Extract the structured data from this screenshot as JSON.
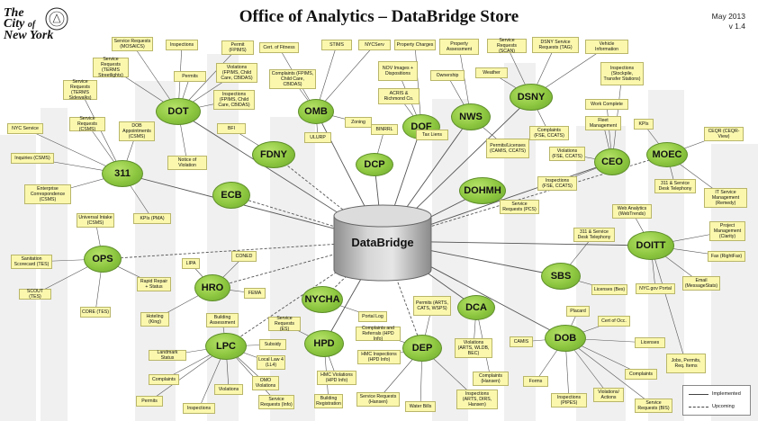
{
  "header": {
    "title": "Office of Analytics – DataBridge Store",
    "date": "May 2013",
    "version": "v 1.4"
  },
  "logo": {
    "line1": "The",
    "line2": "City",
    "line3": "of",
    "line4": "New York"
  },
  "hub": {
    "label": "DataBridge"
  },
  "legend": {
    "implemented": "Implemented",
    "upcoming": "Upcoming"
  },
  "agencies": [
    {
      "id": "dot",
      "label": "DOT"
    },
    {
      "id": "fdny",
      "label": "FDNY"
    },
    {
      "id": "omb",
      "label": "OMB"
    },
    {
      "id": "dof",
      "label": "DOF"
    },
    {
      "id": "nws",
      "label": "NWS"
    },
    {
      "id": "dsny",
      "label": "DSNY"
    },
    {
      "id": "311",
      "label": "311"
    },
    {
      "id": "ecb",
      "label": "ECB"
    },
    {
      "id": "dcp",
      "label": "DCP"
    },
    {
      "id": "dohmh",
      "label": "DOHMH"
    },
    {
      "id": "ceo",
      "label": "CEO"
    },
    {
      "id": "moec",
      "label": "MOEC"
    },
    {
      "id": "ops",
      "label": "OPS"
    },
    {
      "id": "hro",
      "label": "HRO"
    },
    {
      "id": "nycha",
      "label": "NYCHA"
    },
    {
      "id": "doitt",
      "label": "DOITT"
    },
    {
      "id": "sbs",
      "label": "SBS"
    },
    {
      "id": "dca",
      "label": "DCA"
    },
    {
      "id": "lpc",
      "label": "LPC"
    },
    {
      "id": "hpd",
      "label": "HPD"
    },
    {
      "id": "dep",
      "label": "DEP"
    },
    {
      "id": "dob",
      "label": "DOB"
    }
  ],
  "datasets": [
    {
      "id": "b-sr-mosaics",
      "text": "Service Requests (MOSAICS)"
    },
    {
      "id": "b-inspections-dot",
      "text": "Inspections"
    },
    {
      "id": "b-sr-streetlights",
      "text": "Service Requests (TERMS Streetlights)"
    },
    {
      "id": "b-permits-dot",
      "text": "Permits"
    },
    {
      "id": "b-sr-sidewalks",
      "text": "Service Requests (TERMS Sidewalks)"
    },
    {
      "id": "b-sr-csms",
      "text": "Service Requests (CSMS)"
    },
    {
      "id": "b-dob-appointments",
      "text": "DOB Appointments (CSMS)"
    },
    {
      "id": "b-nyc-service",
      "text": "NYC Service"
    },
    {
      "id": "b-inquiries",
      "text": "Inquiries (CSMS)"
    },
    {
      "id": "b-enterprise-corr",
      "text": "Enterprise Correspondence (CSMS)"
    },
    {
      "id": "b-universal-intake",
      "text": "Universal Intake (CSMS)"
    },
    {
      "id": "b-kpis-pma",
      "text": "KPIs (PMA)"
    },
    {
      "id": "b-fdny-permit",
      "text": "Permit (FPIMS)"
    },
    {
      "id": "b-cert-fitness",
      "text": "Cert. of Fitness"
    },
    {
      "id": "b-fdny-violations",
      "text": "Violations (FPIMS, Child Care, CBIDAS)"
    },
    {
      "id": "b-fdny-inspections",
      "text": "Inspections (FPIMS, Child Care, CBIDAS)"
    },
    {
      "id": "b-bfi",
      "text": "BFI"
    },
    {
      "id": "b-fdny-complaints",
      "text": "Complaints (FPIMS, Child Care, CBIDAS)"
    },
    {
      "id": "b-stims",
      "text": "STIMS"
    },
    {
      "id": "b-nycserv",
      "text": "NYCServ"
    },
    {
      "id": "b-property-charges",
      "text": "Property Charges"
    },
    {
      "id": "b-property-assessment",
      "text": "Property Assessment"
    },
    {
      "id": "b-nov-images",
      "text": "NOV Images + Dispositions"
    },
    {
      "id": "b-ownership",
      "text": "Ownership"
    },
    {
      "id": "b-acris",
      "text": "ACRIS & Richmond Co."
    },
    {
      "id": "b-tax-liens",
      "text": "Tax Liens"
    },
    {
      "id": "b-weather",
      "text": "Weather"
    },
    {
      "id": "b-zoning",
      "text": "Zoning"
    },
    {
      "id": "b-ulurp",
      "text": "ULURP"
    },
    {
      "id": "b-binrrl",
      "text": "BINRRL"
    },
    {
      "id": "b-sr-scan",
      "text": "Service Requests (SCAN)"
    },
    {
      "id": "b-dsny-sr-tag",
      "text": "DSNY Service Requests (TAG)"
    },
    {
      "id": "b-vehicle-info",
      "text": "Vehicle Information"
    },
    {
      "id": "b-dsny-inspections",
      "text": "Inspections (Stockpile, Transfer Stations)"
    },
    {
      "id": "b-work-complete",
      "text": "Work Complete"
    },
    {
      "id": "b-fleet-mgmt",
      "text": "Fleet Management"
    },
    {
      "id": "b-kpis",
      "text": "KPIs"
    },
    {
      "id": "b-permits-licenses",
      "text": "Permits/Licenses (CAMIS, CCATS)"
    },
    {
      "id": "b-dohmh-complaints",
      "text": "Complaints (FSE, CCATS)"
    },
    {
      "id": "b-dohmh-violations",
      "text": "Violations (FSE, CCATS)"
    },
    {
      "id": "b-dohmh-inspections",
      "text": "Inspections (FSE, CCATS)"
    },
    {
      "id": "b-sr-pcs",
      "text": "Service Requests (PCS)"
    },
    {
      "id": "b-ceqr",
      "text": "CEQR (CEQR-View)"
    },
    {
      "id": "b-notice-violation",
      "text": "Notice of Violation"
    },
    {
      "id": "b-311-telephony-a",
      "text": "311 & Service Desk Telephony"
    },
    {
      "id": "b-web-analytics",
      "text": "Web Analytics (WebTrends)"
    },
    {
      "id": "b-it-service",
      "text": "IT Service Management (Remedy)"
    },
    {
      "id": "b-311-telephony-b",
      "text": "311 & Service Desk Telephony"
    },
    {
      "id": "b-project-mgmt",
      "text": "Project Management (Clarity)"
    },
    {
      "id": "b-fax",
      "text": "Fax (RightFax)"
    },
    {
      "id": "b-email",
      "text": "Email (MessageStats)"
    },
    {
      "id": "b-nycgov-portal",
      "text": "NYC.gov Portal"
    },
    {
      "id": "b-sanitation",
      "text": "Sanitation Scorecard (TES)"
    },
    {
      "id": "b-scout",
      "text": "SCOUT (TES)"
    },
    {
      "id": "b-core",
      "text": "CORE (TES)"
    },
    {
      "id": "b-lipa",
      "text": "LIPA"
    },
    {
      "id": "b-coned",
      "text": "CONED"
    },
    {
      "id": "b-rapid-repair",
      "text": "Rapid Repair + Status"
    },
    {
      "id": "b-fema",
      "text": "FEMA"
    },
    {
      "id": "b-hoteling",
      "text": "Hoteling (King)"
    },
    {
      "id": "b-building-assessment",
      "text": "Building Assessment"
    },
    {
      "id": "b-licenses-bes",
      "text": "Licenses (Bes)"
    },
    {
      "id": "b-dca-permits",
      "text": "Permits (ARTS, CATS, WSPS)"
    },
    {
      "id": "b-camis",
      "text": "CAMIS"
    },
    {
      "id": "b-sr-es",
      "text": "Service Requests (ES)"
    },
    {
      "id": "b-portal-log",
      "text": "Portal Log"
    },
    {
      "id": "b-hpd-complaints",
      "text": "Complaints and Referrals (HPD Info)"
    },
    {
      "id": "b-subsidy",
      "text": "Subsidy"
    },
    {
      "id": "b-hmc-inspections",
      "text": "HMC Inspections (HPD Info)"
    },
    {
      "id": "b-local-law",
      "text": "Local Law 4 (LL4)"
    },
    {
      "id": "b-omo-violations",
      "text": "OMO Violations"
    },
    {
      "id": "b-hmc-violations",
      "text": "HMC Violations (HPD Info)"
    },
    {
      "id": "b-sr-info",
      "text": "Service Requests (Info)"
    },
    {
      "id": "b-building-registration",
      "text": "Building Registration"
    },
    {
      "id": "b-landmark-status",
      "text": "Landmark Status"
    },
    {
      "id": "b-lpc-complaints",
      "text": "Complaints"
    },
    {
      "id": "b-lpc-violations",
      "text": "Violations"
    },
    {
      "id": "b-lpc-permits",
      "text": "Permits"
    },
    {
      "id": "b-lpc-inspections",
      "text": "Inspections"
    },
    {
      "id": "b-dep-violations",
      "text": "Violations (ARTS, WLDB, BEC)"
    },
    {
      "id": "b-dep-complaints",
      "text": "Complaints (Hansen)"
    },
    {
      "id": "b-dep-sr",
      "text": "Service Requests (Hansen)"
    },
    {
      "id": "b-water-bills",
      "text": "Water Bills"
    },
    {
      "id": "b-dep-inspections",
      "text": "Inspections (ARTS, DIRS, Hansen)"
    },
    {
      "id": "b-placard",
      "text": "Placard"
    },
    {
      "id": "b-cert-occ",
      "text": "Cert of Occ."
    },
    {
      "id": "b-dob-licenses",
      "text": "Licenses"
    },
    {
      "id": "b-jobs-permits",
      "text": "Jobs, Permits, Req. Items"
    },
    {
      "id": "b-dob-complaints",
      "text": "Complaints"
    },
    {
      "id": "b-forms",
      "text": "Forms"
    },
    {
      "id": "b-dob-violations",
      "text": "Violations/ Actions"
    },
    {
      "id": "b-dob-inspections",
      "text": "Inspections (PIPES)"
    },
    {
      "id": "b-dob-sr",
      "text": "Service Requests (BIS)"
    }
  ]
}
